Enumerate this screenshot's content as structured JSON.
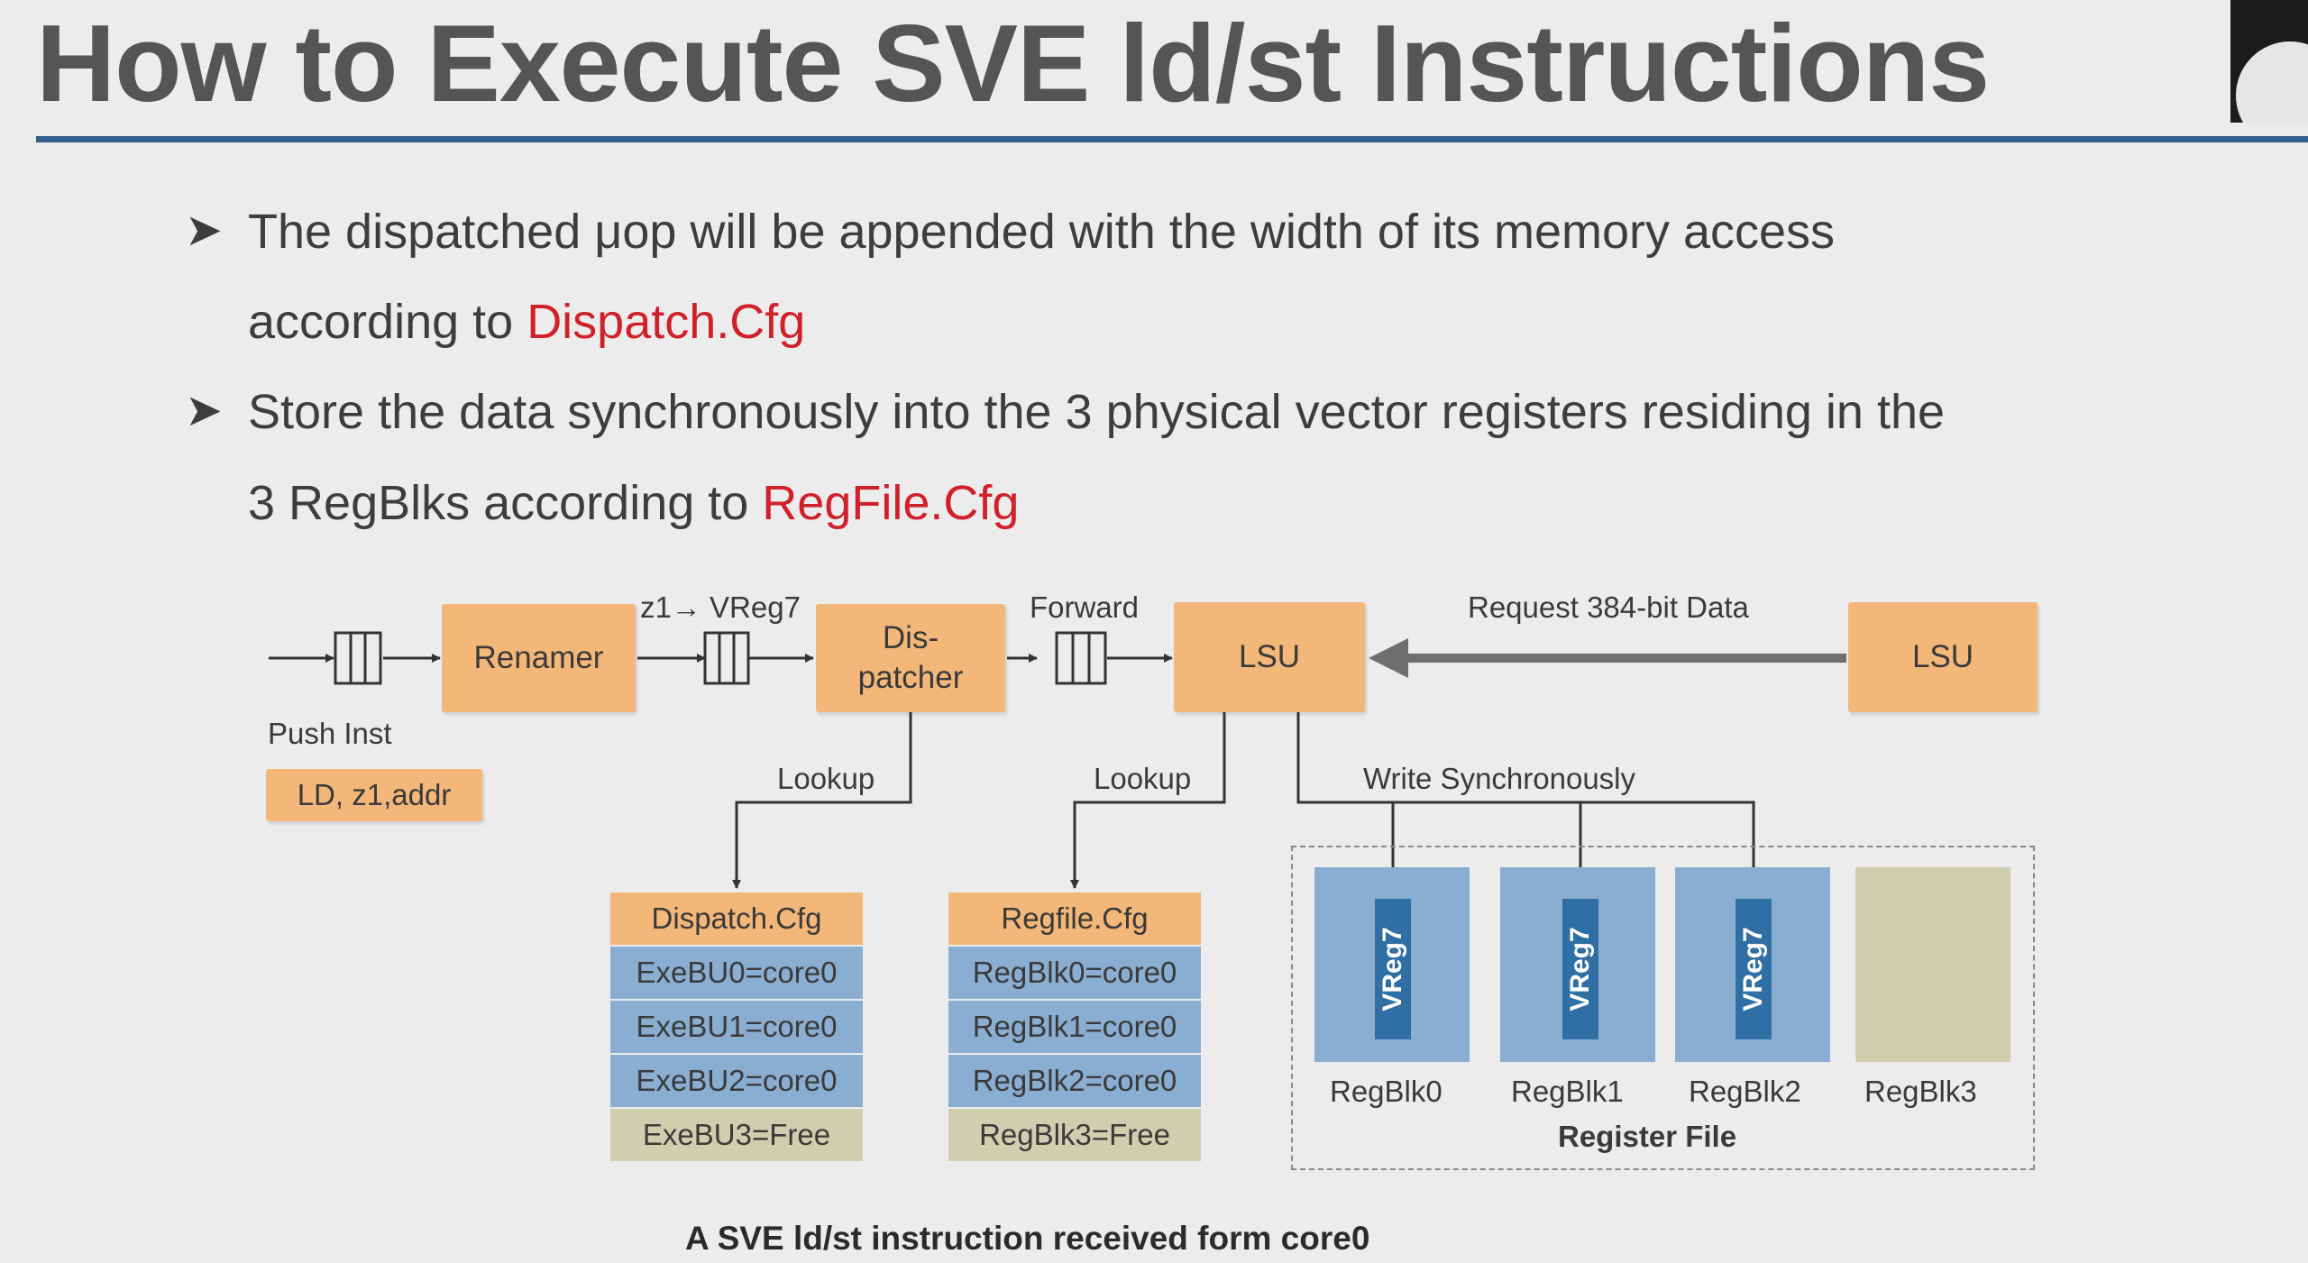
{
  "title": "How to Execute SVE ld/st Instructions",
  "bullets": [
    {
      "line1": "The dispatched μop will be appended with the width of its memory access",
      "line2_prefix": "according to ",
      "line2_highlight": "Dispatch.Cfg"
    },
    {
      "line1": "Store the data synchronously into the 3 physical vector registers residing in the",
      "line2_prefix": "3 RegBlks according to ",
      "line2_highlight": "RegFile.Cfg"
    }
  ],
  "diagram": {
    "renamer": "Renamer",
    "dispatcher_line1": "Dis-",
    "dispatcher_line2": "patcher",
    "lsu_local": "LSU",
    "lsu_remote": "LSU",
    "push_inst": "Push Inst",
    "instruction": "LD, z1,addr",
    "rename_map": "z1→ VReg7",
    "forward": "Forward",
    "request": "Request 384-bit Data",
    "lookup_dispatch": "Lookup",
    "lookup_regfile": "Lookup",
    "write_sync": "Write Synchronously",
    "dispatch_cfg": {
      "header": "Dispatch.Cfg",
      "rows": [
        "ExeBU0=core0",
        "ExeBU1=core0",
        "ExeBU2=core0",
        "ExeBU3=Free"
      ]
    },
    "regfile_cfg": {
      "header": "Regfile.Cfg",
      "rows": [
        "RegBlk0=core0",
        "RegBlk1=core0",
        "RegBlk2=core0",
        "RegBlk3=Free"
      ]
    },
    "register_file": {
      "label": "Register File",
      "blocks": [
        {
          "name": "RegBlk0",
          "vreg": "VReg7"
        },
        {
          "name": "RegBlk1",
          "vreg": "VReg7"
        },
        {
          "name": "RegBlk2",
          "vreg": "VReg7"
        },
        {
          "name": "RegBlk3",
          "vreg": ""
        }
      ]
    },
    "caption": "A SVE ld/st instruction received form core0"
  },
  "colors": {
    "title_rule": "#2f5f8a",
    "box_orange": "#f3b779",
    "cfg_blue": "#8aaed1",
    "cfg_free": "#cfcfb0",
    "vreg_blue": "#2f6fa3",
    "highlight_red": "#d0202a"
  }
}
